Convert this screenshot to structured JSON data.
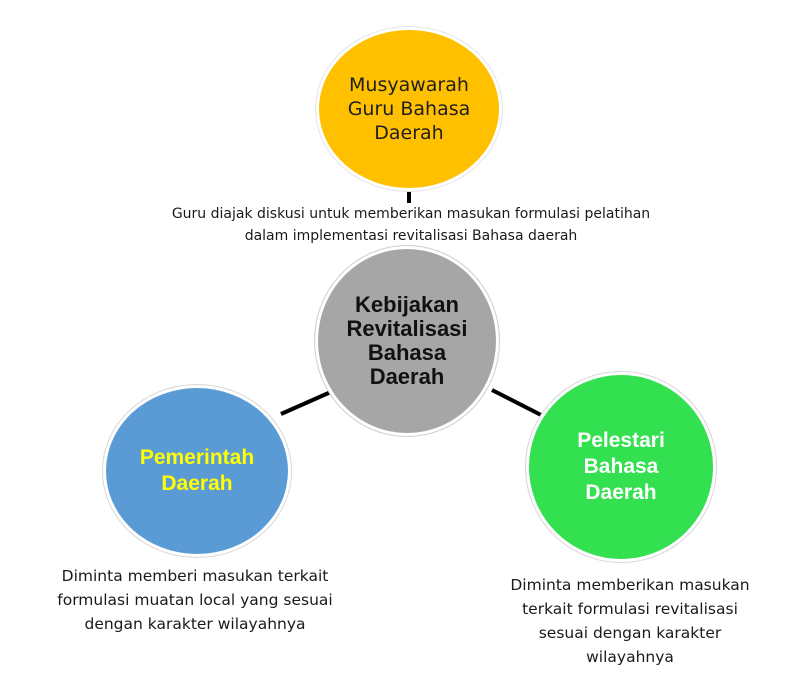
{
  "diagram": {
    "colors": {
      "top_node": "#ffc000",
      "center_node": "#a6a6a6",
      "left_node": "#5b9bd5",
      "right_node": "#33e04f",
      "left_label": "#ffff00",
      "right_label": "#ffffff",
      "connector": "#000000"
    },
    "nodes": {
      "top": "Musyawarah\nGuru Bahasa\nDaerah",
      "center": "Kebijakan\nRevitalisasi\nBahasa\nDaerah",
      "left": "Pemerintah\nDaerah",
      "right": "Pelestari\nBahasa\nDaerah"
    },
    "notes": {
      "top": "Guru diajak diskusi untuk memberikan masukan formulasi pelatihan\ndalam implementasi revitalisasi Bahasa daerah",
      "left": "Diminta memberi masukan terkait\nformulasi muatan local yang sesuai\ndengan karakter wilayahnya",
      "right": "Diminta memberikan masukan\nterkait formulasi revitalisasi\nsesuai dengan karakter\nwilayahnya"
    }
  }
}
